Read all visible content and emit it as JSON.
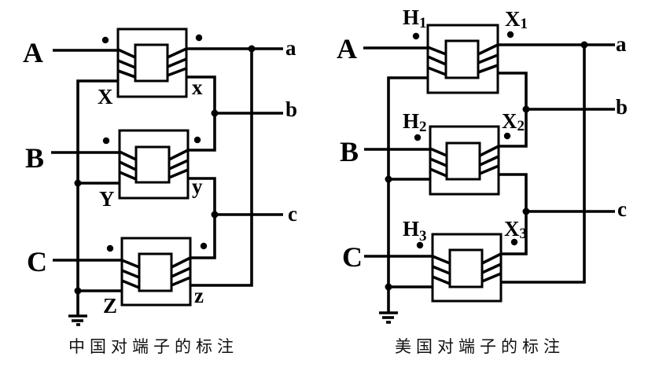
{
  "left_diagram": {
    "caption": "中国对端子的标注",
    "inputs": [
      "A",
      "B",
      "C"
    ],
    "outputs": [
      "a",
      "b",
      "c"
    ],
    "primary_terminals": [
      "X",
      "Y",
      "Z"
    ],
    "secondary_terminals": [
      "x",
      "y",
      "z"
    ]
  },
  "right_diagram": {
    "caption": "美国对端子的标注",
    "inputs": [
      "A",
      "B",
      "C"
    ],
    "outputs": [
      "a",
      "b",
      "c"
    ],
    "primary_terminals": [
      {
        "letter": "H",
        "sub": "1"
      },
      {
        "letter": "H",
        "sub": "2"
      },
      {
        "letter": "H",
        "sub": "3"
      }
    ],
    "secondary_terminals": [
      {
        "letter": "X",
        "sub": "1"
      },
      {
        "letter": "X",
        "sub": "2"
      },
      {
        "letter": "X",
        "sub": "3"
      }
    ]
  },
  "colors": {
    "ink": "#000000",
    "background": "#ffffff"
  }
}
